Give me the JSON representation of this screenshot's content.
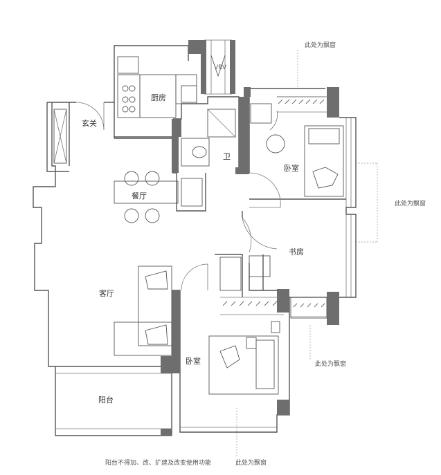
{
  "rooms": {
    "kitchen": "厨房",
    "entry": "玄关",
    "bathroom": "卫",
    "bedroom_top": "卧室",
    "dining": "餐厅",
    "study": "书房",
    "living": "客厅",
    "bedroom_bottom": "卧室",
    "balcony": "阳台"
  },
  "notes": {
    "bay_window_top": "此处为飘窗",
    "bay_window_right": "此处为飘窗",
    "bay_window_mid": "此处为飘窗",
    "bay_window_bottom": "此处为飘窗",
    "balcony_restriction": "阳台不得加、改、扩建及改变使用功能"
  },
  "colors": {
    "wall_fill": "#6e6e6e",
    "line": "#555555"
  }
}
